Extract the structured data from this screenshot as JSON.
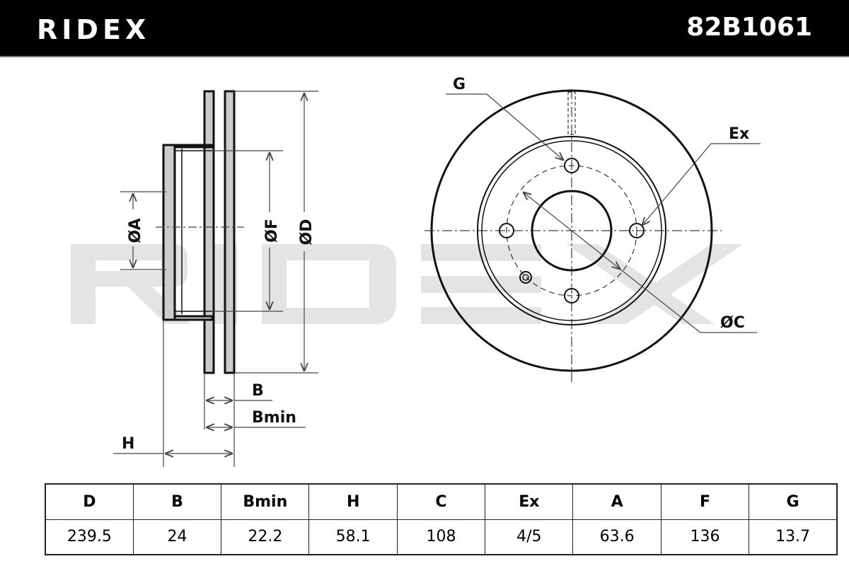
{
  "header": {
    "brand": "RIDEX",
    "part_number": "82B1061"
  },
  "watermark": "RIDEX",
  "labels": {
    "A": "ØA",
    "F": "ØF",
    "D": "ØD",
    "B": "B",
    "Bmin": "Bmin",
    "H": "H",
    "G": "G",
    "Ex": "Ex",
    "C": "ØC"
  },
  "table": {
    "headers": [
      "D",
      "B",
      "Bmin",
      "H",
      "C",
      "Ex",
      "A",
      "F",
      "G"
    ],
    "values": [
      "239.5",
      "24",
      "22.2",
      "58.1",
      "108",
      "4/5",
      "63.6",
      "136",
      "13.7"
    ]
  }
}
